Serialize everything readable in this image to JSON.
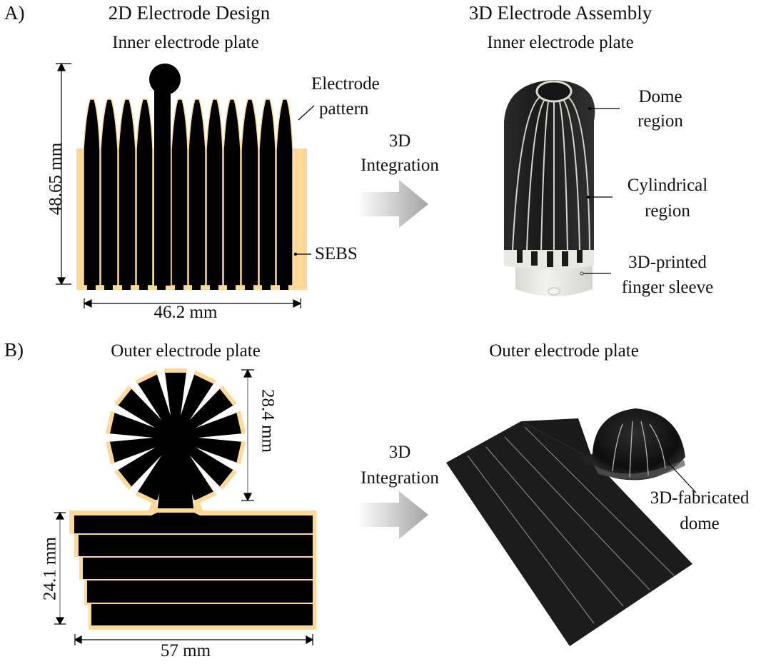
{
  "panel_a": {
    "label": "A)",
    "left_title": "2D Electrode Design",
    "left_subtitle": "Inner electrode plate",
    "right_title": "3D Electrode Assembly",
    "right_subtitle": "Inner electrode plate",
    "arrow_label_line1": "3D",
    "arrow_label_line2": "Integration",
    "annotations": {
      "electrode_pattern_line1": "Electrode",
      "electrode_pattern_line2": "pattern",
      "sebs": "SEBS",
      "dome_line1": "Dome",
      "dome_line2": "region",
      "cyl_line1": "Cylindrical",
      "cyl_line2": "region",
      "sleeve_line1": "3D-printed",
      "sleeve_line2": "finger sleeve"
    },
    "dimensions": {
      "height": "48.65 mm",
      "width": "46.2 mm"
    },
    "finger_count": 12
  },
  "panel_b": {
    "label": "B)",
    "left_subtitle": "Outer electrode plate",
    "right_subtitle": "Outer electrode plate",
    "arrow_label_line1": "3D",
    "arrow_label_line2": "Integration",
    "annotations": {
      "dome_line1": "3D-fabricated",
      "dome_line2": "dome"
    },
    "dimensions": {
      "diameter": "28.4 mm",
      "height": "24.1 mm",
      "width": "57 mm"
    },
    "petal_count": 14,
    "strip_count": 5
  },
  "colors": {
    "sebs": "#fdd99a",
    "electrode": "#000000",
    "photo_dark": "#1c1c1c",
    "sleeve": "#e6e6e3",
    "arrow_start": "#ffffff",
    "arrow_end": "#a8a8a8"
  }
}
